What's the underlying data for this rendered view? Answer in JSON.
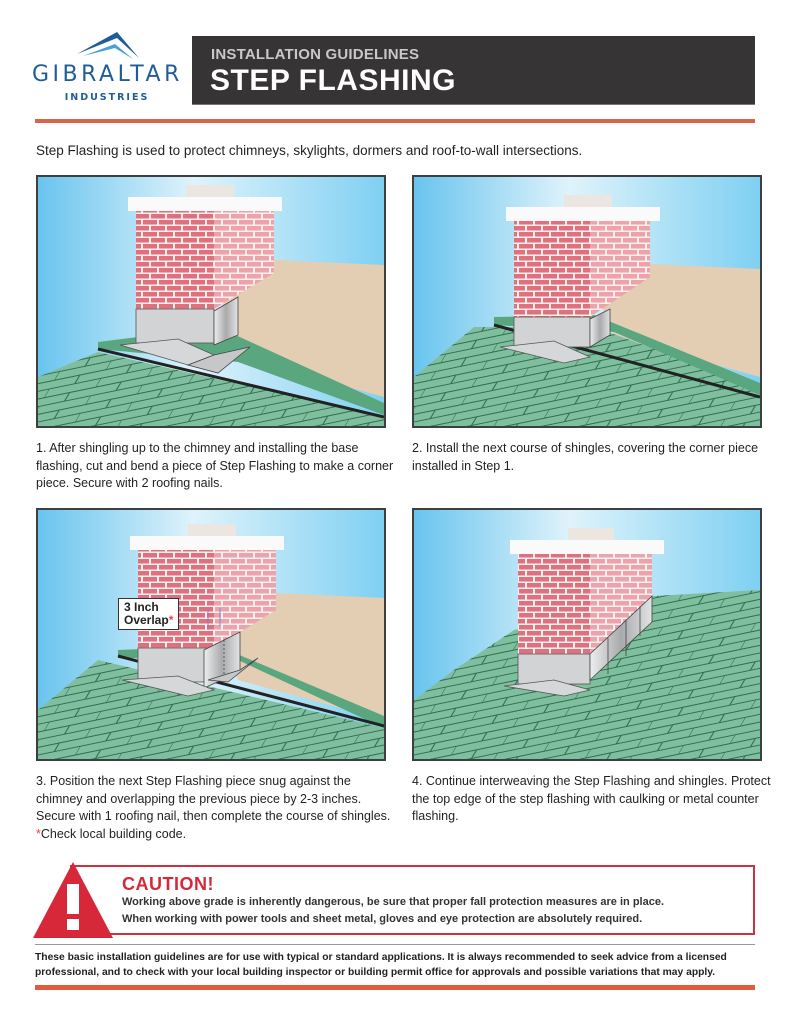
{
  "brand": {
    "name": "GIBRALTAR",
    "subtitle": "INDUSTRIES",
    "logo_icon": "mountain-peak-icon",
    "color": "#1f5d99"
  },
  "header": {
    "kicker": "INSTALLATION GUIDELINES",
    "title": "STEP FLASHING",
    "background": "#363435",
    "accent_rule_color": "#d9644a"
  },
  "intro": "Step Flashing is used to protect chimneys, skylights, dormers and roof-to-wall intersections.",
  "steps": [
    {
      "illustration": "chimney-base-flashing-corner-piece",
      "caption": "1. After shingling up to the chimney and installing the base flashing, cut and bend a piece of Step Flashing to make a corner piece. Secure with 2 roofing nails."
    },
    {
      "illustration": "chimney-next-shingle-course",
      "caption": "2. Install the next course of shingles, covering the corner piece installed in Step 1."
    },
    {
      "illustration": "chimney-overlap-step-flashing",
      "callout": {
        "line1": "3 Inch",
        "line2": "Overlap",
        "mark": "*"
      },
      "caption_main": "3. Position the next Step Flashing piece snug against the chimney and overlapping the previous piece by 2-3 inches. Secure with 1 roofing nail, then complete the course of shingles. ",
      "caption_mark": "*",
      "caption_note": "Check local building code."
    },
    {
      "illustration": "chimney-interwoven-step-flashing",
      "caption": "4. Continue interweaving the Step Flashing and shingles. Protect the top edge of the step flashing with caulking or metal counter flashing."
    }
  ],
  "caution": {
    "icon": "warning-triangle-icon",
    "title": "CAUTION!",
    "lines": [
      "Working above grade is inherently dangerous, be sure that proper fall protection measures are in place.",
      "When working with power tools and sheet metal, gloves and eye protection are absolutely required."
    ],
    "color": "#d7283a"
  },
  "footer": {
    "disclaimer": "These basic installation guidelines are for use with typical or standard applications. It is always recommended to seek advice from a licensed professional, and to check with your local building inspector or building permit office for approvals and possible variations that may apply."
  },
  "colors": {
    "sky": "#8fd3f2",
    "brick": "#e98b95",
    "shingle": "#7fbf9f",
    "wall": "#e3cdb3",
    "flashing": "#c9cbcd"
  }
}
